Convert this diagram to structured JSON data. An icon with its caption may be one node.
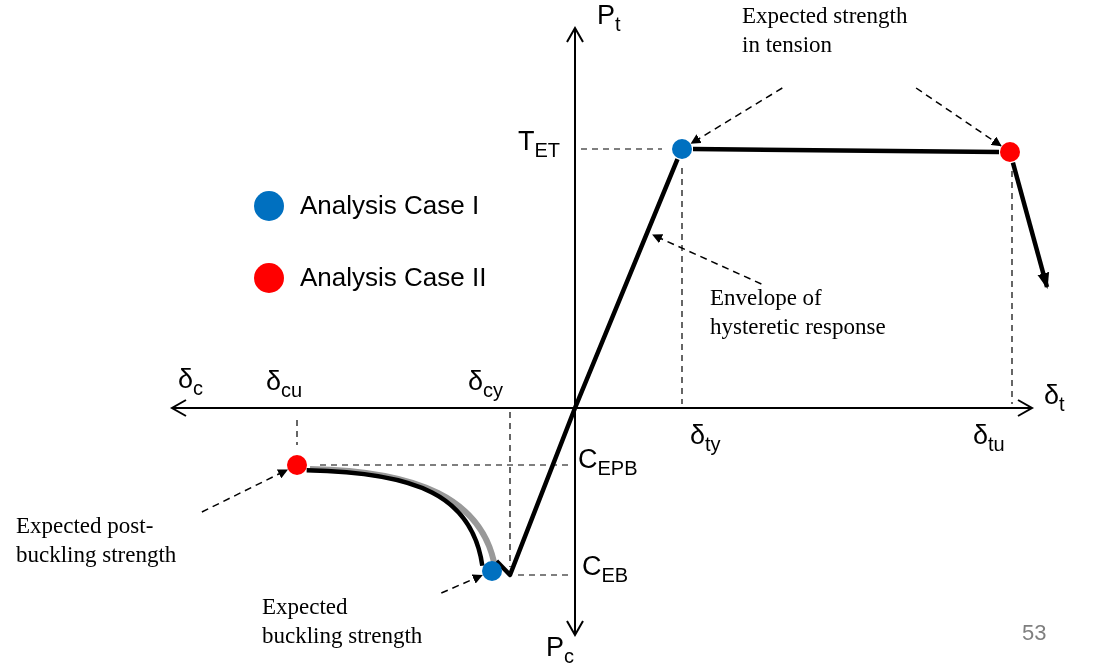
{
  "diagram": {
    "nodes": [
      {
        "text": [
          "Expected strength in tension"
        ]
      },
      {
        "text": [],
        "shape": "circle"
      },
      {
        "text": [],
        "shape": "circle"
      },
      {
        "text": [
          "Envelope of hysteretic response"
        ]
      },
      {
        "text": [
          "Expected post-buckling strength"
        ]
      },
      {
        "text": [],
        "shape": "circle"
      },
      {
        "text": [
          "Expected buckling strength"
        ]
      },
      {
        "text": [],
        "shape": "circle"
      }
    ],
    "edges": [
      {
        "from": 0,
        "to": 1,
        "arrow": "to",
        "style": "dashed"
      },
      {
        "from": 0,
        "to": 2,
        "arrow": "to",
        "style": "dashed"
      },
      {
        "from": 3,
        "to": null,
        "arrow": "to",
        "style": "dashed"
      },
      {
        "from": 4,
        "to": 5,
        "arrow": "to",
        "style": "dashed"
      },
      {
        "from": 6,
        "to": 7,
        "arrow": "to",
        "style": "dashed"
      },
      {
        "from": 5,
        "to": 7,
        "arrow": "none",
        "style": "thick"
      },
      {
        "from": 7,
        "to": 1,
        "arrow": "none",
        "style": "thick"
      },
      {
        "from": 1,
        "to": 2,
        "arrow": "none",
        "style": "thick"
      },
      {
        "from": 2,
        "to": null,
        "arrow": "to",
        "style": "thick"
      }
    ],
    "labels": [
      "P$_{t}$",
      "T$_{ET}$",
      "δ$_{c}$",
      "δ$_{cu}$",
      "δ$_{cy}$",
      "δ$_{t}$",
      "δ$_{ty}$",
      "δ$_{tu}$",
      "C$_{EPB}$",
      "C$_{EB}$",
      "P$_{c}$",
      "53"
    ],
    "legend": [
      {
        "text": "Analysis Case I",
        "color": "#0070c0"
      },
      {
        "text": "Analysis Case II",
        "color": "#ff0000"
      }
    ]
  }
}
